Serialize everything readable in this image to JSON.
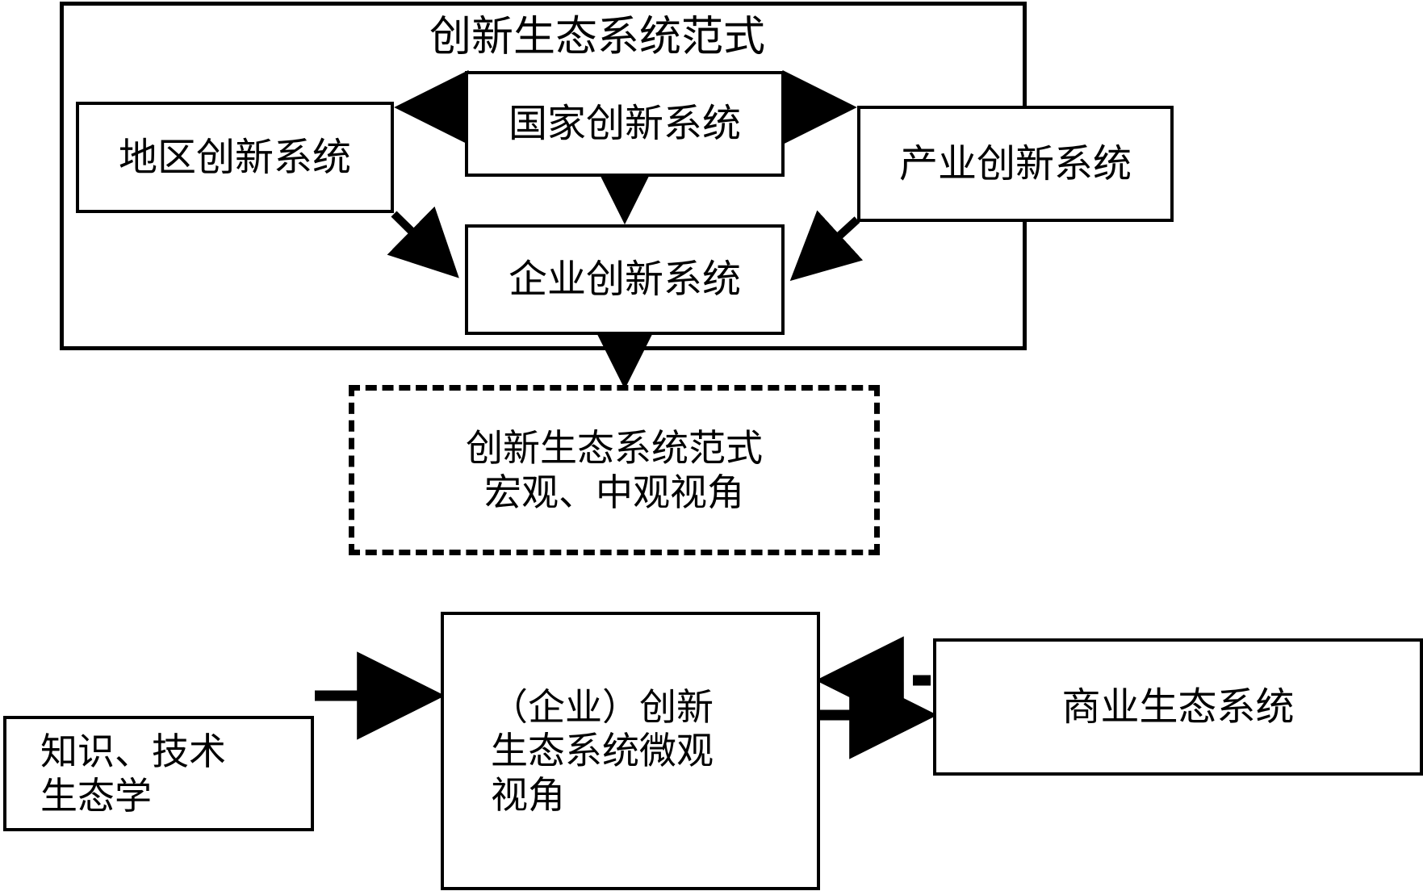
{
  "diagram": {
    "title": "创新生态系统范式",
    "outer_frame_label": "创新生态系统范式",
    "boxes": {
      "national": "国家创新系统",
      "regional": "地区创新系统",
      "industry": "产业创新系统",
      "enterprise": "企业创新系统",
      "macro_meso": "创新生态系统范式\n宏观、中观视角",
      "knowledge": "知识、技术\n生态学",
      "micro": "（企业）创新\n生态系统微观\n视角",
      "business": "商业生态系统"
    },
    "edges": [
      {
        "name": "national-to-regional",
        "from": "national",
        "to": "regional",
        "style": "solid",
        "direction": "left"
      },
      {
        "name": "national-to-industry",
        "from": "national",
        "to": "industry",
        "style": "solid",
        "direction": "right"
      },
      {
        "name": "national-to-enterprise",
        "from": "national",
        "to": "enterprise",
        "style": "solid",
        "direction": "down"
      },
      {
        "name": "regional-to-enterprise",
        "from": "regional",
        "to": "enterprise",
        "style": "solid",
        "direction": "diagonal-down-right"
      },
      {
        "name": "industry-to-enterprise",
        "from": "industry",
        "to": "enterprise",
        "style": "solid",
        "direction": "diagonal-down-left"
      },
      {
        "name": "enterprise-to-macro-meso",
        "from": "enterprise",
        "to": "macro_meso",
        "style": "solid",
        "direction": "down"
      },
      {
        "name": "knowledge-to-micro",
        "from": "knowledge",
        "to": "micro",
        "style": "solid",
        "direction": "right"
      },
      {
        "name": "business-to-micro",
        "from": "business",
        "to": "micro",
        "style": "dashed",
        "direction": "left"
      },
      {
        "name": "micro-to-business",
        "from": "micro",
        "to": "business",
        "style": "solid",
        "direction": "right"
      }
    ],
    "colors": {
      "stroke": "#000000",
      "fill": "#ffffff",
      "text": "#000000"
    }
  }
}
